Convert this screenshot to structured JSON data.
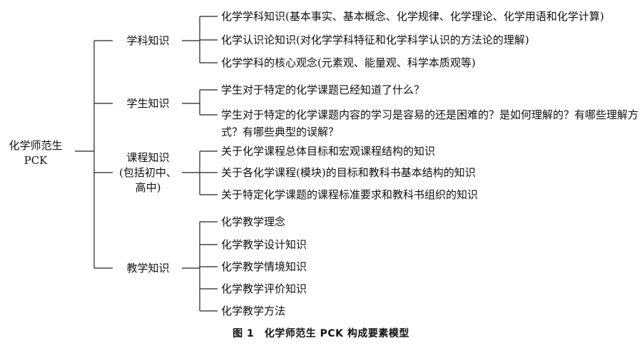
{
  "diagram": {
    "root": {
      "line1": "化学师范生",
      "line2": "PCK"
    },
    "categories": [
      {
        "label": "学科知识",
        "items": [
          "化学学科知识(基本事实、基本概念、化学规律、化学理论、化学用语和化学计算)",
          "化学认识论知识(对化学学科特征和化学科学认识的方法论的理解)",
          "化学学科的核心观念(元素观、能量观、科学本质观等)"
        ]
      },
      {
        "label": "学生知识",
        "items": [
          "学生对于特定的化学课题已经知道了什么？",
          "学生对于特定的化学课题内容的学习是容易的还是困难的？是如何理解的？有哪些理解方式？有哪些典型的误解？"
        ]
      },
      {
        "label": "课程知识",
        "sublabel1": "(包括初中、",
        "sublabel2": "高中)",
        "items": [
          "关于化学课程总体目标和宏观课程结构的知识",
          "关于各化学课程(模块)的目标和教科书基本结构的知识",
          "关于特定化学课题的课程标准要求和教科书组织的知识"
        ]
      },
      {
        "label": "教学知识",
        "items": [
          "化学教学理念",
          "化学教学设计知识",
          "化学教学情境知识",
          "化学教学评价知识",
          "化学教学方法"
        ]
      }
    ],
    "caption": "图 1　化学师范生 PCK 构成要素模型"
  }
}
